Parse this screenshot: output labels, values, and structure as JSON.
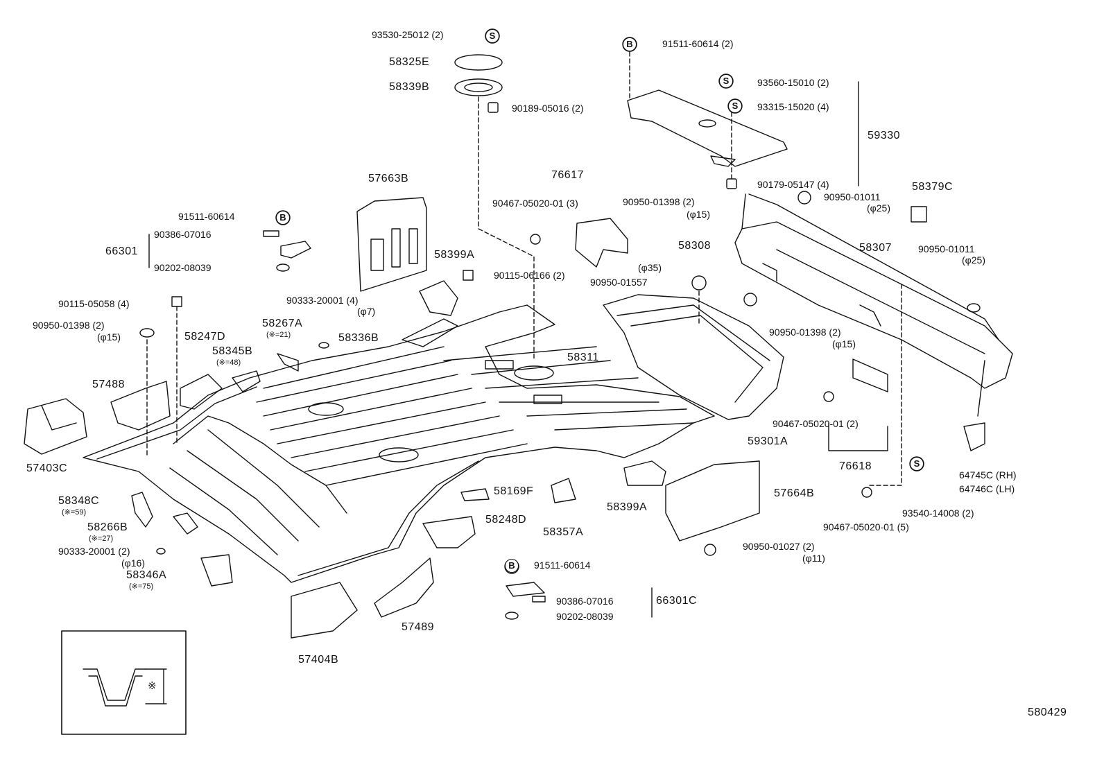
{
  "figure_code": "580429",
  "symbols": {
    "s": "S",
    "b": "B"
  },
  "labels": {
    "p93530": "93530-25012 (2)",
    "p58325E": "58325E",
    "p58339B": "58339B",
    "p90189": "90189-05016 (2)",
    "p91511_top": "91511-60614 (2)",
    "p93560": "93560-15010 (2)",
    "p93315": "93315-15020 (4)",
    "p59330": "59330",
    "p90179": "90179-05147 (4)",
    "p57663B": "57663B",
    "p76617": "76617",
    "p90467_3": "90467-05020-01 (3)",
    "p90950_01398_a": "90950-01398 (2)",
    "p_phi15_a": "(φ15)",
    "p90950_01011_a": "90950-01011",
    "p_phi25_a": "(φ25)",
    "p58379C": "58379C",
    "p91511_left": "91511-60614",
    "p90386_left": "90386-07016",
    "p66301": "66301",
    "p90202_left": "90202-08039",
    "p58399A_top": "58399A",
    "p90115_06166": "90115-06166 (2)",
    "p58308": "58308",
    "p58307": "58307",
    "p90950_01011_b": "90950-01011",
    "p_phi25_b": "(φ25)",
    "p_phi35": "(φ35)",
    "p90950_01557": "90950-01557",
    "p90333_a": "90333-20001 (4)",
    "p_phi7": "(φ7)",
    "p90115_05058": "90115-05058 (4)",
    "p90950_01398_b": "90950-01398 (2)",
    "p_phi15_b": "(φ15)",
    "p58267A": "58267A",
    "p_n21": "(※=21)",
    "p58247D": "58247D",
    "p58345B": "58345B",
    "p_n48": "(※=48)",
    "p58336B": "58336B",
    "p90950_01398_c": "90950-01398 (2)",
    "p_phi15_c": "(φ15)",
    "p58311": "58311",
    "p57488": "57488",
    "p57403C": "57403C",
    "p90467_2": "90467-05020-01 (2)",
    "p59301A": "59301A",
    "p76618": "76618",
    "p64745C": "64745C (RH)",
    "p64746C": "64746C (LH)",
    "p58348C": "58348C",
    "p_n59": "(※=59)",
    "p58169F": "58169F",
    "p58399A_bot": "58399A",
    "p57664B": "57664B",
    "p93540": "93540-14008 (2)",
    "p58266B": "58266B",
    "p_n27": "(※=27)",
    "p58248D": "58248D",
    "p58357A": "58357A",
    "p90467_5": "90467-05020-01 (5)",
    "p90333_b": "90333-20001 (2)",
    "p_phi16": "(φ16)",
    "p90950_01027": "90950-01027 (2)",
    "p_phi11": "(φ11)",
    "p58346A": "58346A",
    "p_n75": "(※=75)",
    "p91511_bot": "91511-60614",
    "p90386_bot": "90386-07016",
    "p66301C": "66301C",
    "p90202_bot": "90202-08039",
    "p57489": "57489",
    "p57404B": "57404B",
    "inset_mark": "※"
  }
}
